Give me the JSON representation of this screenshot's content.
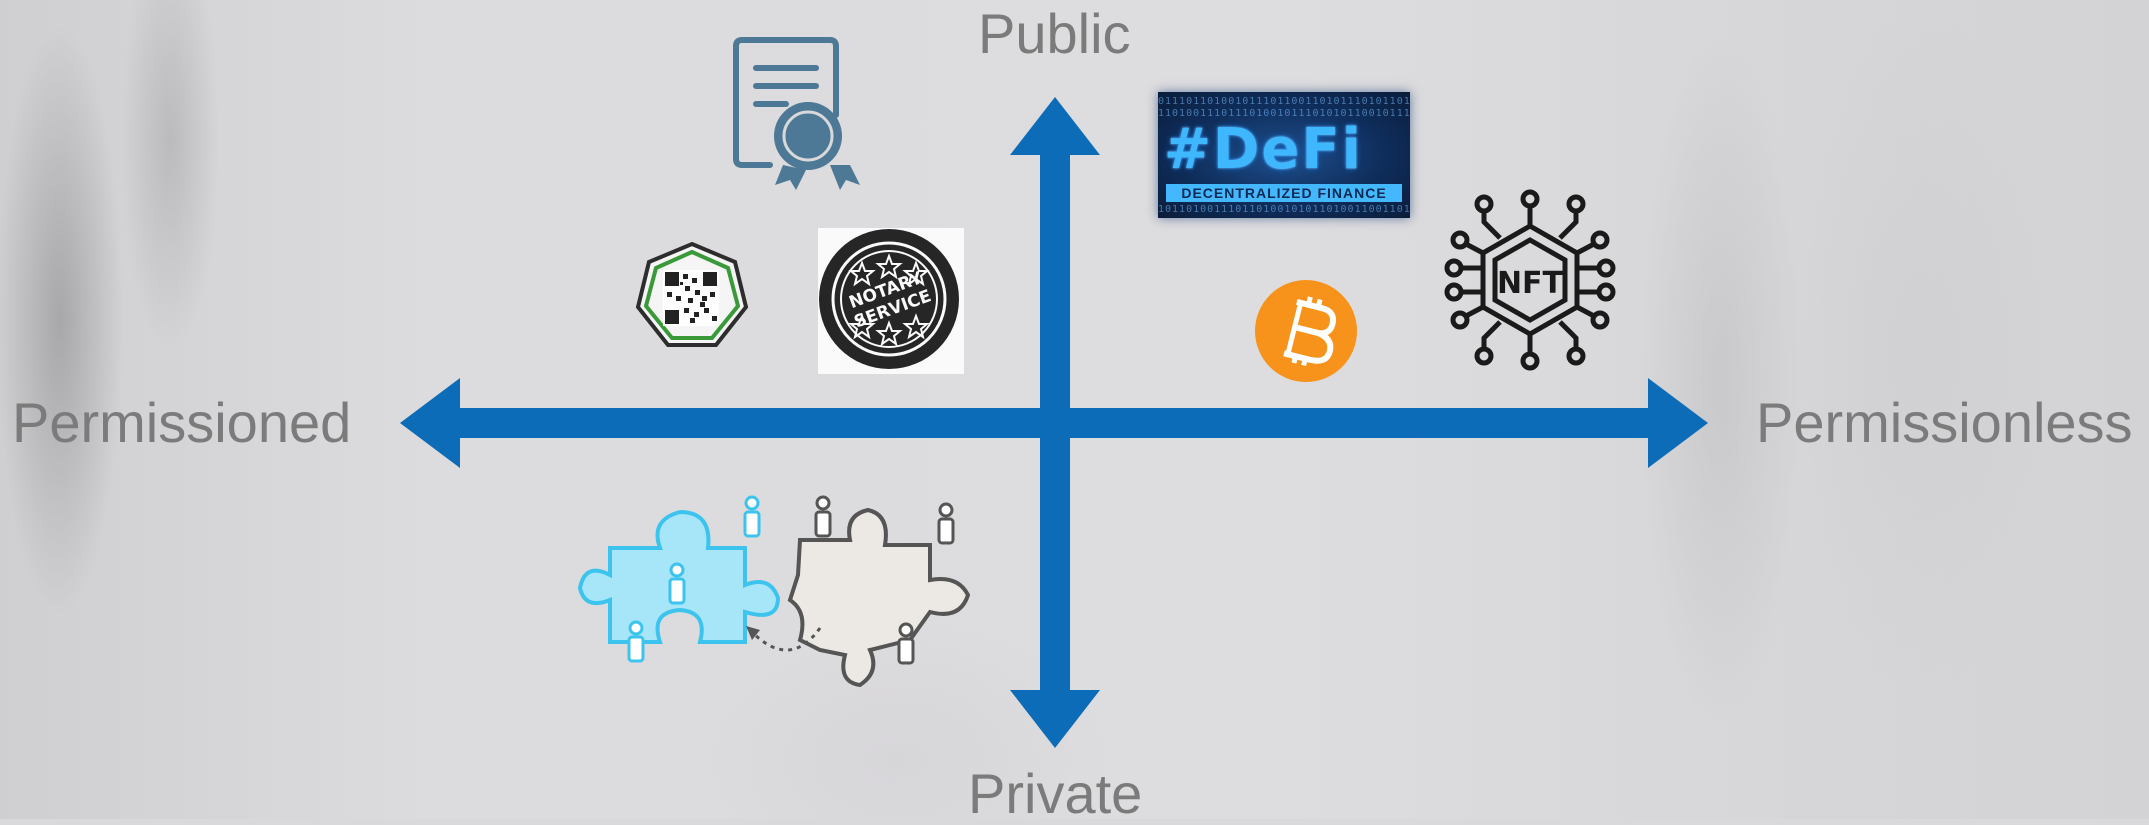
{
  "axes": {
    "top": "Public",
    "bottom": "Private",
    "left": "Permissioned",
    "right": "Permissionless"
  },
  "icons": {
    "defi": {
      "title": "#DeFi",
      "subtitle": "DECENTRALIZED FINANCE",
      "binary_line1": "011101101001011101100110101110101101100101",
      "binary_line2": "110100111011101001011101010110010111101101",
      "binary_line3": "10110100111011010010101101001100110101101"
    },
    "notary": {
      "line1": "NOTARY",
      "line2": "SERVICE"
    },
    "nft": {
      "label": "NFT"
    }
  },
  "colors": {
    "axis_blue": "#0d6cb8",
    "label_gray": "#7b7b7b",
    "certificate_blue": "#4d7896",
    "bitcoin_orange": "#f7931a",
    "puzzle_cyan": "#3cc4ee"
  }
}
